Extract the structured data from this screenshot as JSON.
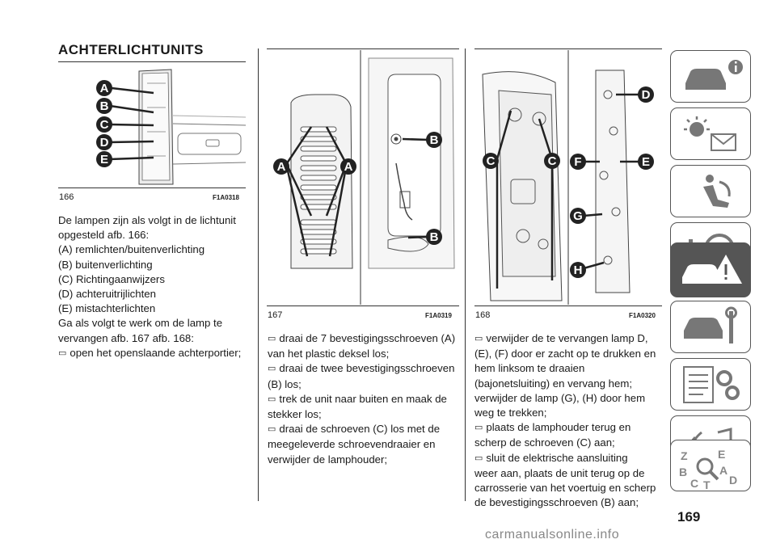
{
  "section_title": "ACHTERLICHTUNITS",
  "fig166": {
    "number": "166",
    "code": "F1A0318",
    "labels": [
      "A",
      "B",
      "C",
      "D",
      "E"
    ]
  },
  "fig167": {
    "number": "167",
    "code": "F1A0319",
    "labels": [
      "A",
      "A",
      "B",
      "B"
    ]
  },
  "fig168": {
    "number": "168",
    "code": "F1A0320",
    "labels": [
      "C",
      "C",
      "D",
      "E",
      "F",
      "G",
      "H"
    ]
  },
  "col1": {
    "intro": "De lampen zijn als volgt in de lichtunit opgesteld afb. 166:",
    "items": [
      "(A) remlichten/buitenverlichting",
      "(B) buitenverlichting",
      "(C) Richtingaanwijzers",
      "(D) achteruitrijlichten",
      "(E) mistachterlichten"
    ],
    "work": "Ga als volgt te werk om de lamp te vervangen afb. 167 afb. 168:",
    "bullets": [
      "open het openslaande achterportier;"
    ]
  },
  "col2": {
    "bullets": [
      "draai de 7 bevestigingsschroeven (A) van het plastic deksel los;",
      "draai de twee bevestigingsschroeven (B) los;",
      "trek de unit naar buiten en maak de stekker los;",
      "draai de schroeven (C) los met de meegeleverde schroevendraaier en verwijder de lamphouder;"
    ]
  },
  "col3": {
    "bullets": [
      "verwijder de te vervangen lamp D, (E), (F) door er zacht op te drukken en hem linksom te draaien (bajonetsluiting) en vervang hem; verwijder de lamp (G), (H) door hem weg te trekken;",
      "plaats de lamphouder terug en scherp de schroeven (C) aan;",
      "sluit de elektrische aansluiting"
    ],
    "tail": "weer aan, plaats de unit terug op de carrosserie van het voertuig en scherp de bevestigingsschroeven (B) aan;"
  },
  "sidebar_tabs": [
    {
      "icon": "car-info-icon",
      "active": false
    },
    {
      "icon": "warning-lights-icon",
      "active": false
    },
    {
      "icon": "seat-airbag-icon",
      "active": false
    },
    {
      "icon": "steering-key-icon",
      "active": false
    },
    {
      "icon": "car-breakdown-icon",
      "active": true
    },
    {
      "icon": "car-maintenance-icon",
      "active": false
    },
    {
      "icon": "technical-data-icon",
      "active": false
    },
    {
      "icon": "multimedia-icon",
      "active": false
    },
    {
      "icon": "alphabetical-index-icon",
      "active": false
    }
  ],
  "sidebar_alpha_letters": [
    "Z",
    "E",
    "B",
    "A",
    "C",
    "T",
    "D"
  ],
  "page_number": "169",
  "footer": "carmanualsonline.info",
  "colors": {
    "text": "#1a1a1a",
    "tab_border": "#555555",
    "active_tab": "#555555"
  }
}
